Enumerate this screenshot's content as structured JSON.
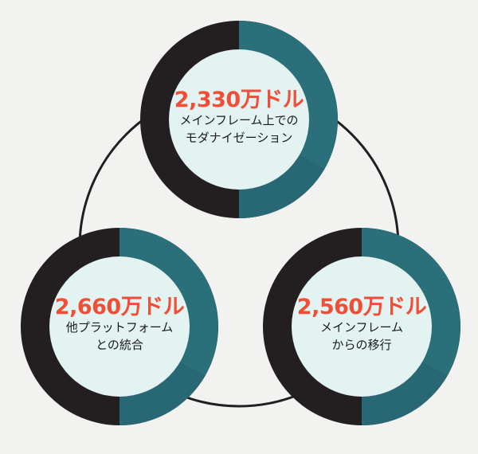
{
  "colors": {
    "background": "#f2f2f0",
    "ring_dark": "#231f20",
    "ring_teal": "#2a6f7a",
    "ring_teal_shade": "#276874",
    "center_fill": "#e3f3f1",
    "amount_text": "#f04e37",
    "connector": "#231f20"
  },
  "nodes": [
    {
      "id": "top",
      "amount": "2,330万ドル",
      "label_line1": "メインフレーム上での",
      "label_line2": "モダナイゼーション"
    },
    {
      "id": "left",
      "amount": "2,660万ドル",
      "label_line1": "他プラットフォーム",
      "label_line2": "との統合"
    },
    {
      "id": "right",
      "amount": "2,560万ドル",
      "label_line1": "メインフレーム",
      "label_line2": "からの移行"
    }
  ]
}
